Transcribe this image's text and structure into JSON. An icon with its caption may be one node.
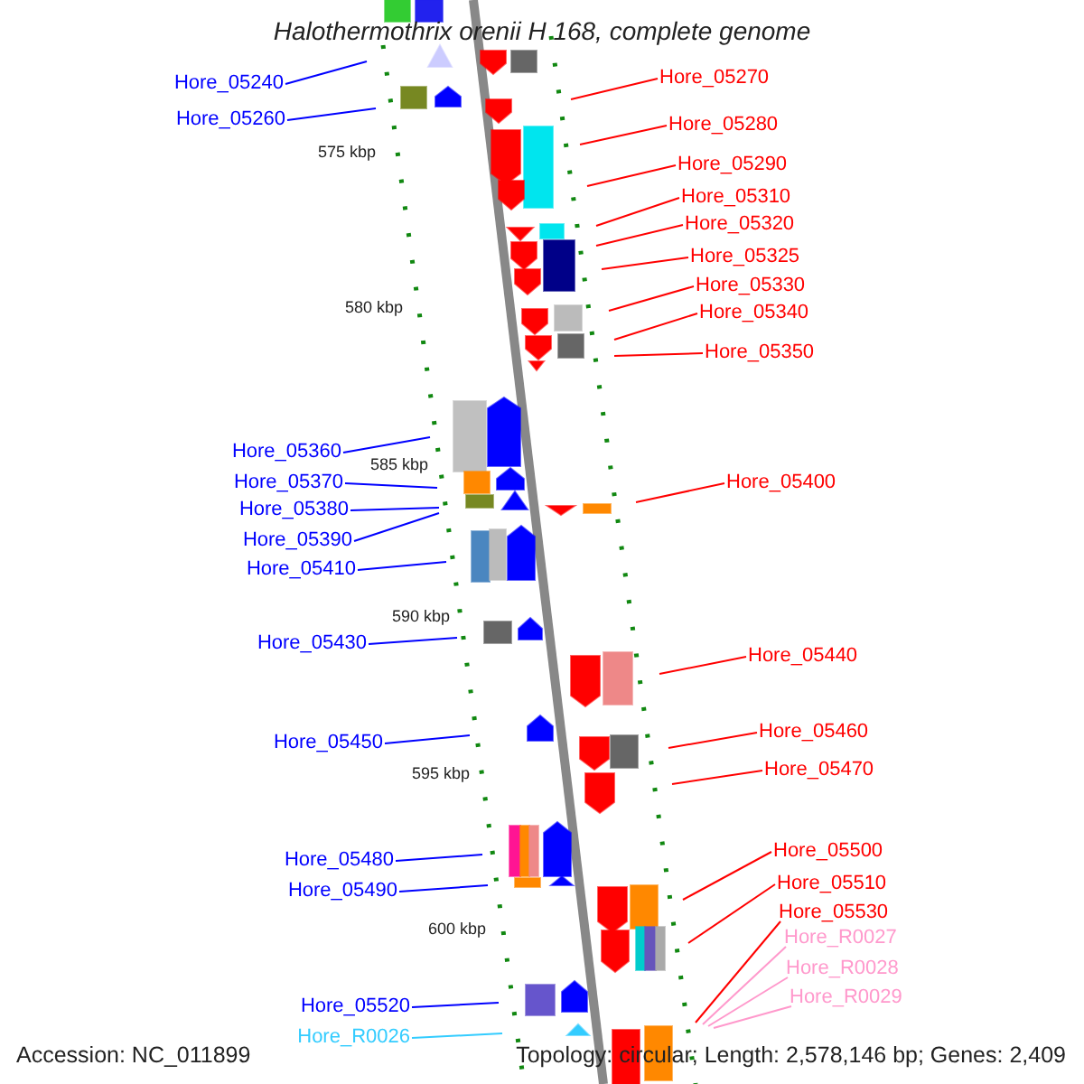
{
  "diagram": {
    "title": "Halothermothrix orenii H 168, complete genome",
    "nodes": [
      {
        "text": [
          "Hore_05240"
        ]
      },
      {
        "text": [
          "Hore_05270"
        ]
      },
      {
        "text": [
          "Hore_05260"
        ]
      },
      {
        "text": [
          "Hore_05280"
        ]
      },
      {
        "text": [
          "Hore_05290"
        ]
      },
      {
        "text": [
          "Hore_05310"
        ]
      },
      {
        "text": [
          "Hore_05320"
        ]
      },
      {
        "text": [
          "Hore_05325"
        ]
      },
      {
        "text": [
          "Hore_05330"
        ]
      },
      {
        "text": [
          "Hore_05340"
        ]
      },
      {
        "text": [
          "Hore_05350"
        ]
      },
      {
        "text": [
          "Hore_05360"
        ]
      },
      {
        "text": [
          "Hore_05370"
        ]
      },
      {
        "text": [
          "Hore_05400"
        ]
      },
      {
        "text": [
          "Hore_05380"
        ]
      },
      {
        "text": [
          "Hore_05390"
        ]
      },
      {
        "text": [
          "Hore_05410"
        ]
      },
      {
        "text": [
          "Hore_05430"
        ]
      },
      {
        "text": [
          "Hore_05440"
        ]
      },
      {
        "text": [
          "Hore_05460"
        ]
      },
      {
        "text": [
          "Hore_05450"
        ]
      },
      {
        "text": [
          "Hore_05470"
        ]
      },
      {
        "text": [
          "Hore_05500"
        ]
      },
      {
        "text": [
          "Hore_05480"
        ]
      },
      {
        "text": [
          "Hore_05510"
        ]
      },
      {
        "text": [
          "Hore_05490"
        ]
      },
      {
        "text": [
          "Hore_05530"
        ]
      },
      {
        "text": [
          "Hore_R0027"
        ]
      },
      {
        "text": [
          "Hore_R0028"
        ]
      },
      {
        "text": [
          "Hore_05520"
        ]
      },
      {
        "text": [
          "Hore_R0029"
        ]
      },
      {
        "text": [
          "Hore_R0026"
        ]
      }
    ],
    "edges": [
      {
        "from": 0,
        "to": null,
        "arrow": "none",
        "color": "#0000ff"
      },
      {
        "from": 1,
        "to": null,
        "arrow": "none"
      },
      {
        "from": 2,
        "to": null,
        "arrow": "none",
        "color": "#0000ff"
      },
      {
        "from": 3,
        "to": null,
        "arrow": "none"
      },
      {
        "from": 4,
        "to": null,
        "arrow": "none"
      },
      {
        "from": 5,
        "to": null,
        "arrow": "none"
      },
      {
        "from": 6,
        "to": null,
        "arrow": "none"
      },
      {
        "from": 7,
        "to": null,
        "arrow": "none"
      },
      {
        "from": 8,
        "to": null,
        "arrow": "none"
      },
      {
        "from": 9,
        "to": null,
        "arrow": "none"
      },
      {
        "from": 10,
        "to": null,
        "arrow": "none"
      },
      {
        "from": 11,
        "to": null,
        "arrow": "none",
        "color": "#0000ff"
      },
      {
        "from": 12,
        "to": null,
        "arrow": "none",
        "color": "#0000ff"
      },
      {
        "from": 13,
        "to": null,
        "arrow": "none"
      },
      {
        "from": 14,
        "to": null,
        "arrow": "none",
        "color": "#0000ff"
      },
      {
        "from": 15,
        "to": null,
        "arrow": "none",
        "color": "#0000ff"
      },
      {
        "from": 16,
        "to": null,
        "arrow": "none",
        "color": "#0000ff"
      },
      {
        "from": 17,
        "to": null,
        "arrow": "none",
        "color": "#0000ff"
      },
      {
        "from": 18,
        "to": null,
        "arrow": "none"
      },
      {
        "from": 19,
        "to": null,
        "arrow": "none"
      },
      {
        "from": 20,
        "to": null,
        "arrow": "none",
        "color": "#0000ff"
      },
      {
        "from": 21,
        "to": null,
        "arrow": "none"
      },
      {
        "from": 22,
        "to": null,
        "arrow": "none"
      },
      {
        "from": 23,
        "to": null,
        "arrow": "none",
        "color": "#0000ff"
      },
      {
        "from": 24,
        "to": null,
        "arrow": "none"
      },
      {
        "from": 25,
        "to": null,
        "arrow": "none",
        "color": "#0000ff"
      },
      {
        "from": 26,
        "to": null,
        "arrow": "none"
      },
      {
        "from": 27,
        "to": null,
        "arrow": "none",
        "color": "#ff99cc"
      },
      {
        "from": 28,
        "to": null,
        "arrow": "none",
        "color": "#ff99cc"
      },
      {
        "from": 29,
        "to": null,
        "arrow": "none",
        "color": "#0000ff"
      },
      {
        "from": 30,
        "to": null,
        "arrow": "none",
        "color": "#ff99cc"
      },
      {
        "from": 31,
        "to": null,
        "arrow": "none",
        "color": "#33ccff"
      }
    ],
    "labels": [
      "575 kbp",
      "580 kbp",
      "585 kbp",
      "590 kbp",
      "595 kbp",
      "600 kbp",
      "Accession: NC_011899",
      "Topology: circular; Length: 2,578,146 bp; Genes: 2,409"
    ]
  }
}
